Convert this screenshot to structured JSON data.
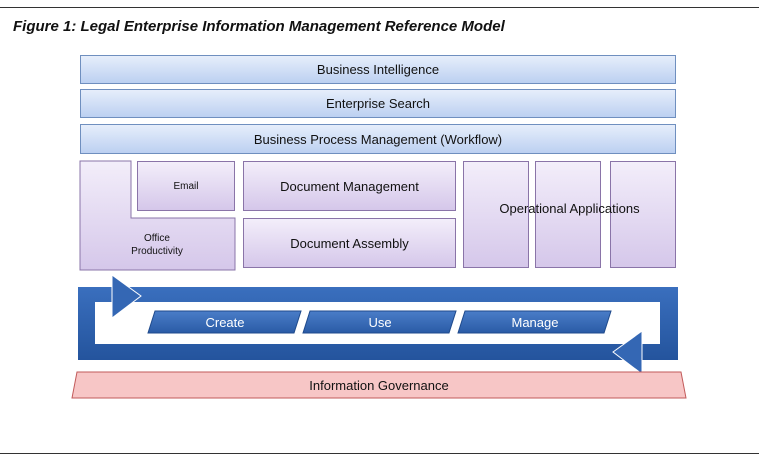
{
  "caption": "Figure 1: Legal Enterprise Information Management Reference Model",
  "layers": {
    "business_intelligence": "Business Intelligence",
    "enterprise_search": "Enterprise Search",
    "bpm": "Business Process Management (Workflow)"
  },
  "apps": {
    "email": "Email",
    "office_productivity": "Office Productivity",
    "document_management": "Document Management",
    "document_assembly": "Document Assembly",
    "operational_applications": "Operational Applications"
  },
  "lifecycle": {
    "steps": [
      "Create",
      "Use",
      "Manage"
    ]
  },
  "governance": "Information Governance",
  "colors": {
    "layer_fill": "#c9d9f4",
    "app_fill": "#e2d8f1",
    "lifecycle_blue": "#2f62ad",
    "governance_fill": "#f7c6c6"
  }
}
